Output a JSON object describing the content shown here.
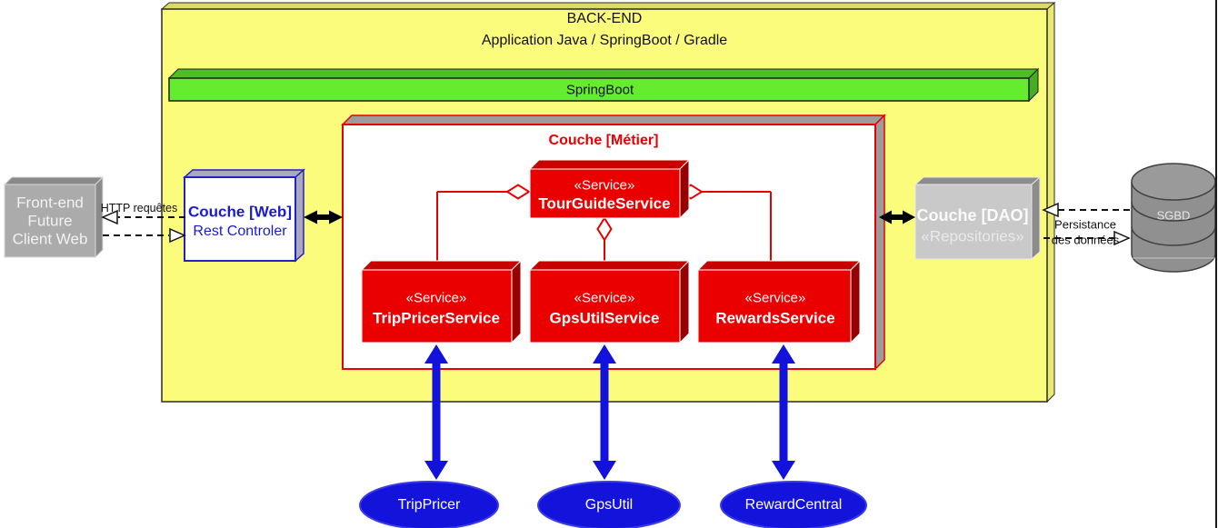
{
  "backend": {
    "title": "BACK-END",
    "subtitle": "Application Java / SpringBoot / Gradle",
    "springboot_label": "SpringBoot"
  },
  "metier": {
    "title": "Couche [Métier]",
    "tourguide": {
      "stereotype": "«Service»",
      "name": "TourGuideService"
    },
    "trippricer": {
      "stereotype": "«Service»",
      "name": "TripPricerService"
    },
    "gpsutil": {
      "stereotype": "«Service»",
      "name": "GpsUtilService"
    },
    "rewards": {
      "stereotype": "«Service»",
      "name": "RewardsService"
    }
  },
  "web_layer": {
    "title": "Couche [Web]",
    "subtitle": "Rest Controler"
  },
  "dao_layer": {
    "title": "Couche [DAO]",
    "subtitle": "«Repositories»"
  },
  "frontend": {
    "line1": "Front-end",
    "line2": "Future",
    "line3": "Client Web"
  },
  "database": {
    "label": "SGBD"
  },
  "externals": {
    "trippricer": "TripPricer",
    "gpsutil": "GpsUtil",
    "rewardcentral": "RewardCentral"
  },
  "edge_labels": {
    "http": "HTTP requêtes",
    "persistance_line1": "Persistance",
    "persistance_line2": "des données"
  },
  "colors": {
    "backend_fill": "#FCFC7C",
    "springboot_fill": "#66EC2E",
    "service_red": "#EB0000",
    "metier_border": "#E80000",
    "web_blue": "#1B1BCE",
    "external_blue": "#1313DB",
    "frontend_gray": "#ABABAB",
    "dao_gray": "#C9C9C9",
    "database_gray": "#909090"
  }
}
